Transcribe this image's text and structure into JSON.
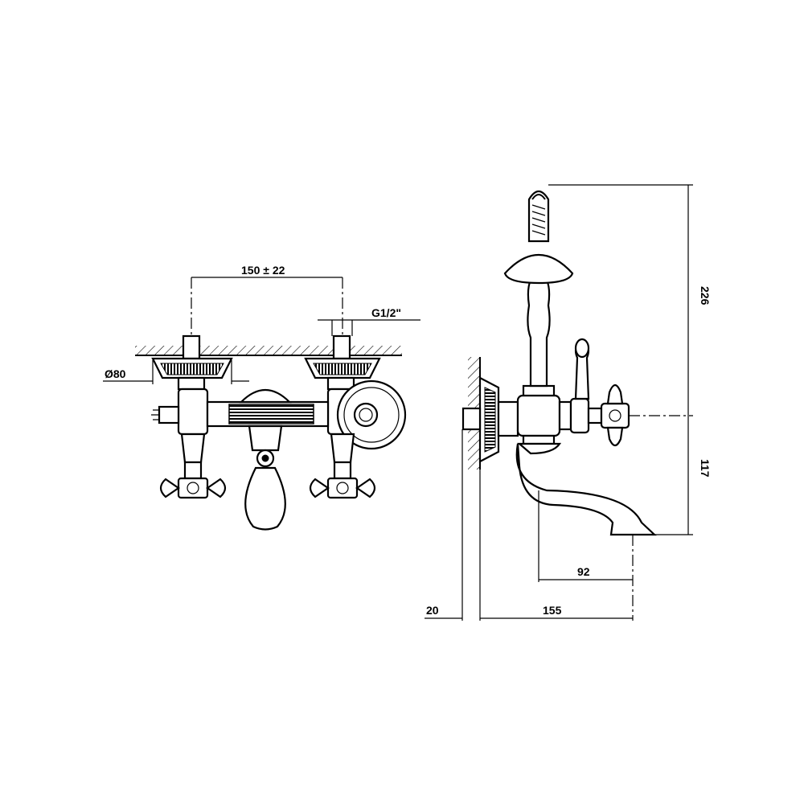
{
  "dimensions": {
    "spacing": "150 ± 22",
    "thread": "G1/2\"",
    "flange_diameter": "Ø80",
    "height": "226",
    "spout_height": "117",
    "spout_offset": "92",
    "projection": "155",
    "wall_offset": "20"
  }
}
